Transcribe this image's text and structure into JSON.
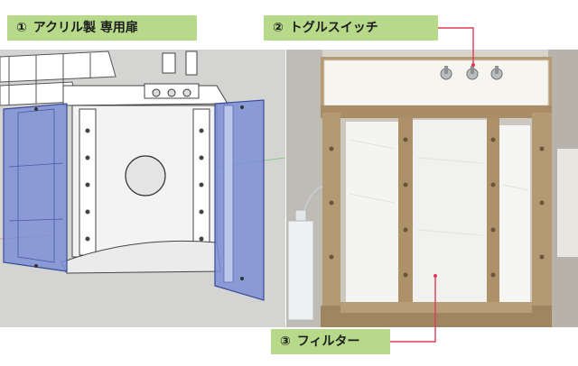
{
  "labels": {
    "acrylic_door": {
      "number": "①",
      "text": "アクリル製 専用扉"
    },
    "toggle_switch": {
      "number": "②",
      "text": "トグルスイッチ"
    },
    "filter": {
      "number": "③",
      "text": "フィルター"
    }
  },
  "colors": {
    "label_background": "#b7d98a",
    "leader_line": "#e03a5a",
    "acrylic_blue": "#7d8fd6"
  }
}
